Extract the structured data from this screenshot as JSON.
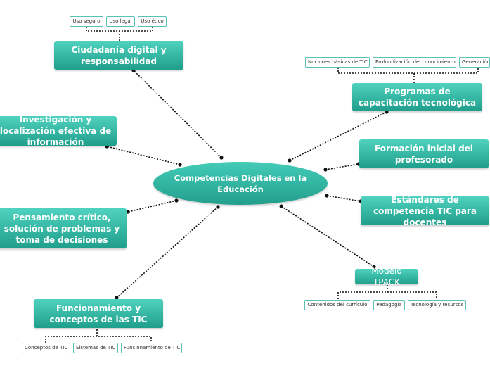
{
  "center": {
    "label": "Competencias Digitales en la Educación"
  },
  "branches": {
    "ciudadania": {
      "label": "Ciudadanía digital y responsabilidad",
      "tags": [
        "Uso seguro",
        "Uso legal",
        "Uso ético"
      ]
    },
    "investigacion": {
      "label": "Investigación y localización efectiva de información"
    },
    "pensamiento": {
      "label": "Pensamiento crítico, solución de problemas y toma de decisiones"
    },
    "funcionamiento": {
      "label": "Funcionamiento y conceptos de las TIC",
      "tags": [
        "Conceptos de TIC",
        "Sistemas de TIC",
        "Funcionamiento de TIC"
      ]
    },
    "programas": {
      "label": "Programas de capacitación tecnológica",
      "tags": [
        "Nociones básicas de TIC",
        "Profundización del conocimiento",
        "Generación"
      ]
    },
    "formacion": {
      "label": "Formación inicial del profesorado"
    },
    "estandares": {
      "label": "Estándares de competencia TIC para docentes"
    },
    "tpack": {
      "label": "Modelo TPACK",
      "tags": [
        "Contenidos del currículo",
        "Pedagogía",
        "Tecnología y recursos"
      ]
    }
  },
  "colors": {
    "node_top": "#4fd2bf",
    "node_bottom": "#1f9e8b",
    "tag_border": "#58c3b4",
    "connector": "#111111"
  }
}
